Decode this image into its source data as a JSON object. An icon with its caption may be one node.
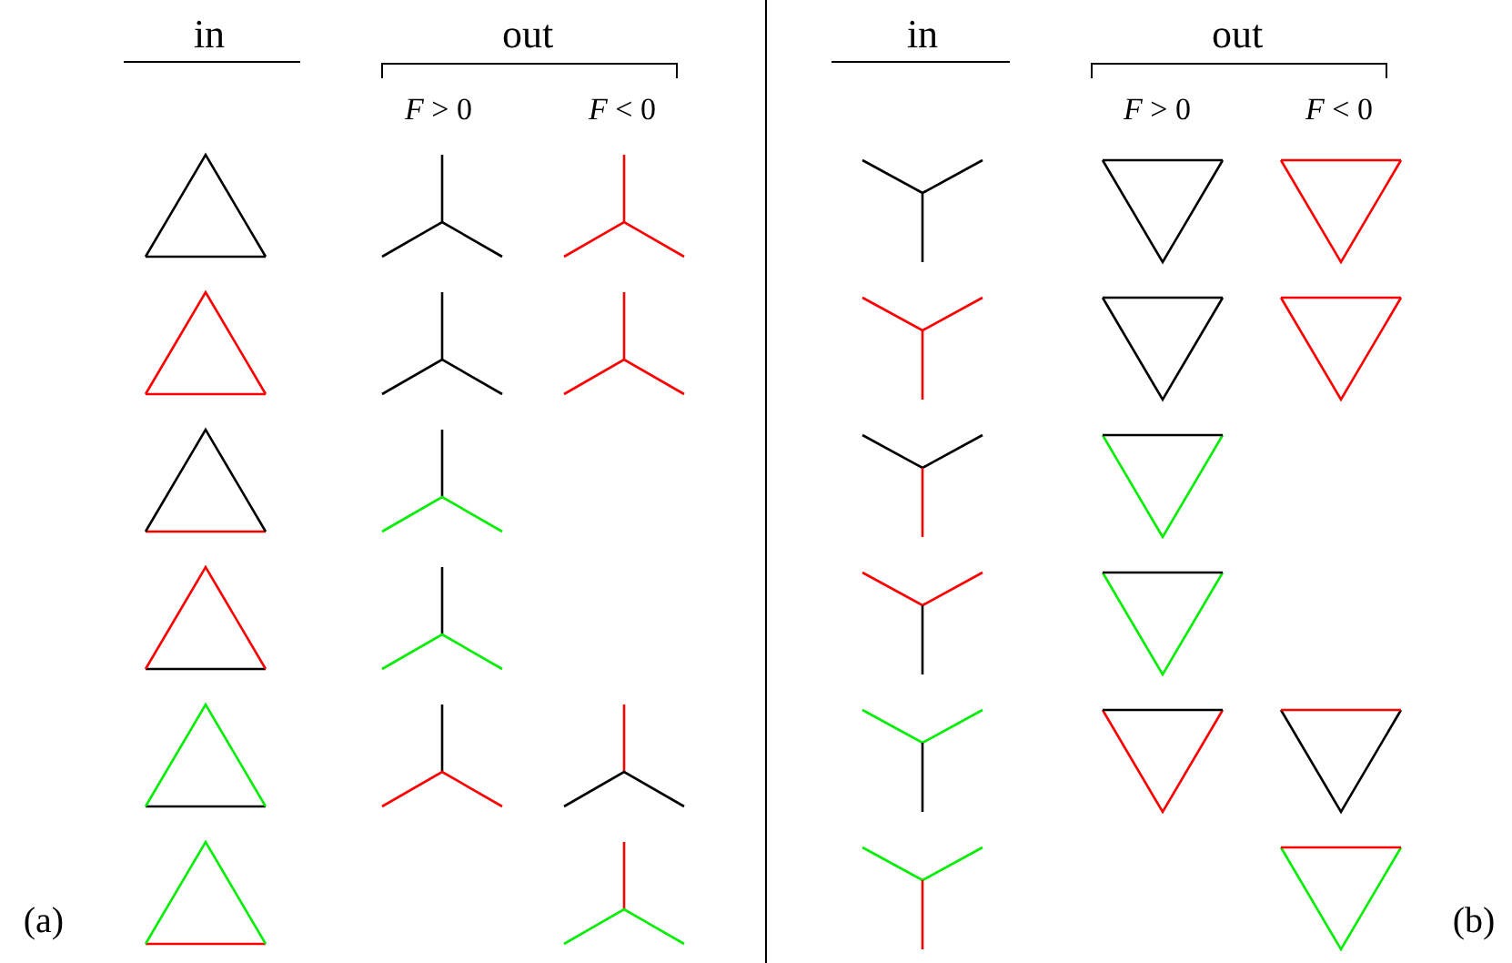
{
  "diagram": {
    "labels": [
      "in",
      "out",
      "*F* > 0",
      "*F* < 0",
      "in",
      "out",
      "*F* > 0",
      "*F* < 0",
      "(a)",
      "(b)"
    ]
  }
}
